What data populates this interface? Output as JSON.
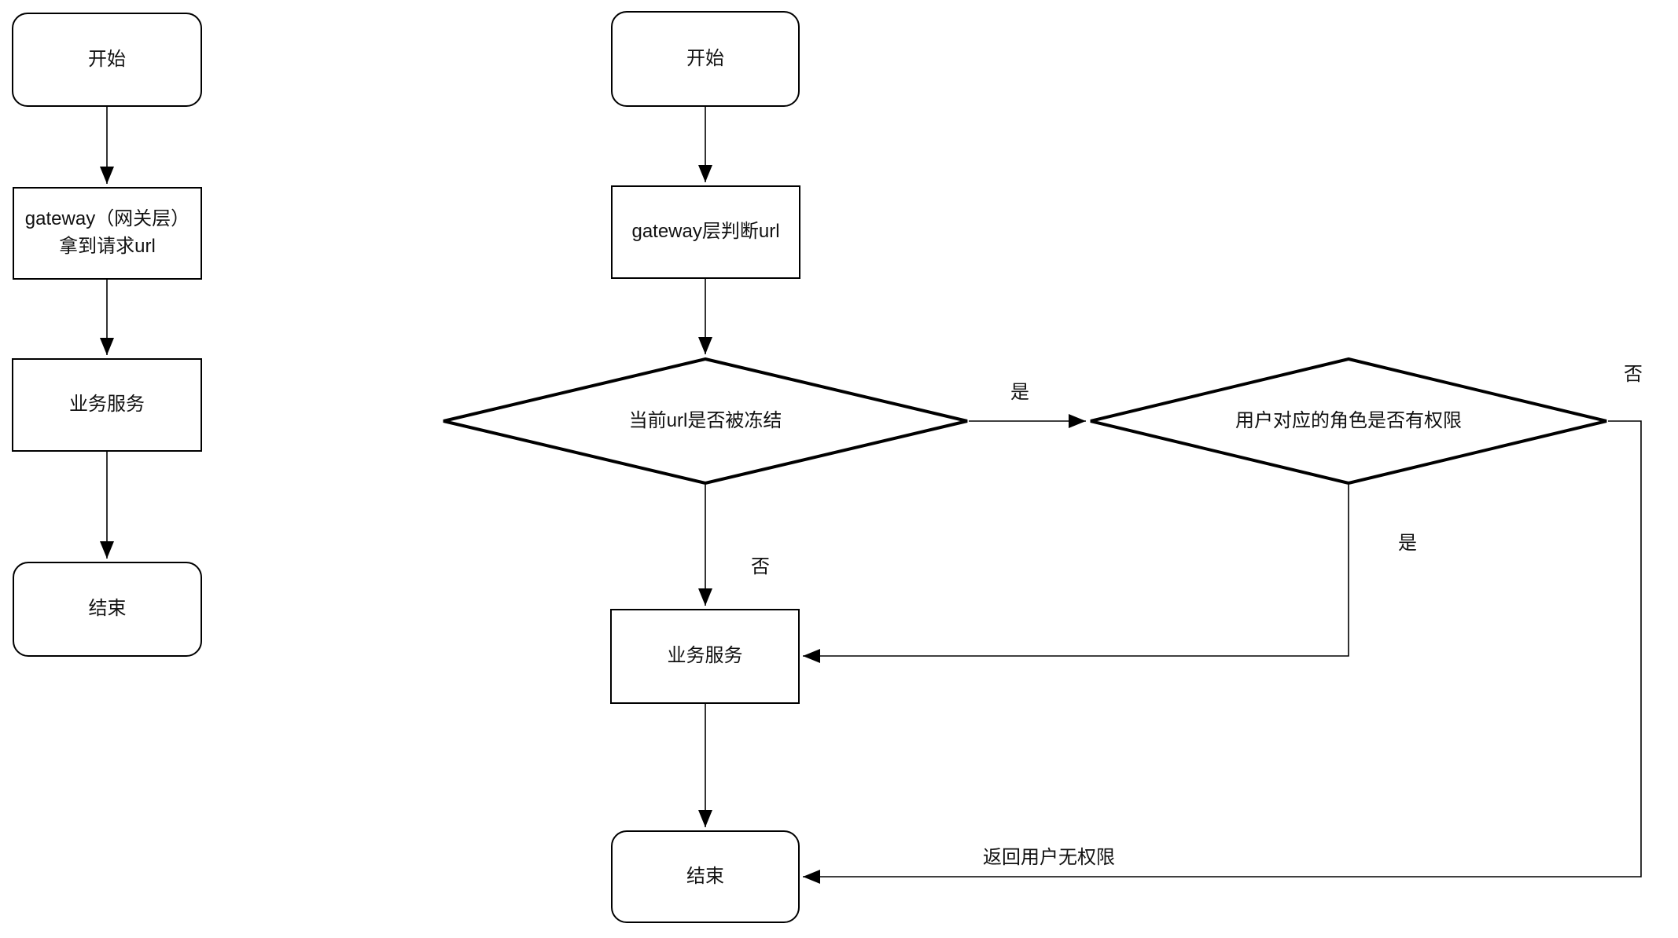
{
  "canvas": {
    "background": "#ffffff",
    "line_color": "#000000",
    "text_color": "#111111"
  },
  "left_flow": {
    "start_label": "开始",
    "gateway_label": "gateway（网关层）拿到请求url",
    "service_label": "业务服务",
    "end_label": "结束"
  },
  "right_flow": {
    "start_label": "开始",
    "gateway_label": "gateway层判断url",
    "decision_frozen_label": "当前url是否被冻结",
    "decision_permission_label": "用户对应的角色是否有权限",
    "service_label": "业务服务",
    "end_label": "结束"
  },
  "edge_labels": {
    "frozen_yes": "是",
    "frozen_no": "否",
    "permission_yes": "是",
    "permission_no": "否",
    "permission_no_return": "返回用户无权限"
  }
}
